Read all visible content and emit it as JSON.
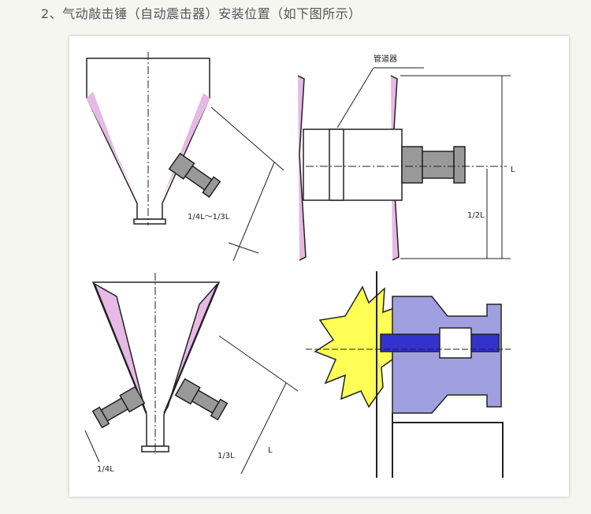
{
  "heading": "2、气动敲击锤（自动震击器）安装位置（如下图所示）",
  "diagram": {
    "label_pipe": "管道器",
    "label_top_left_range": "1/4L～1/3L",
    "label_L": "L",
    "label_half_L": "1/2L",
    "label_quarter_L": "1/4L",
    "label_third_L": "1/3L",
    "colors": {
      "hopper_lining": "#e6b9e6",
      "hammer": "#8c8c8c",
      "housing": "#a0a0e0",
      "piston": "#3333cc",
      "impact": "#ffff55"
    }
  }
}
